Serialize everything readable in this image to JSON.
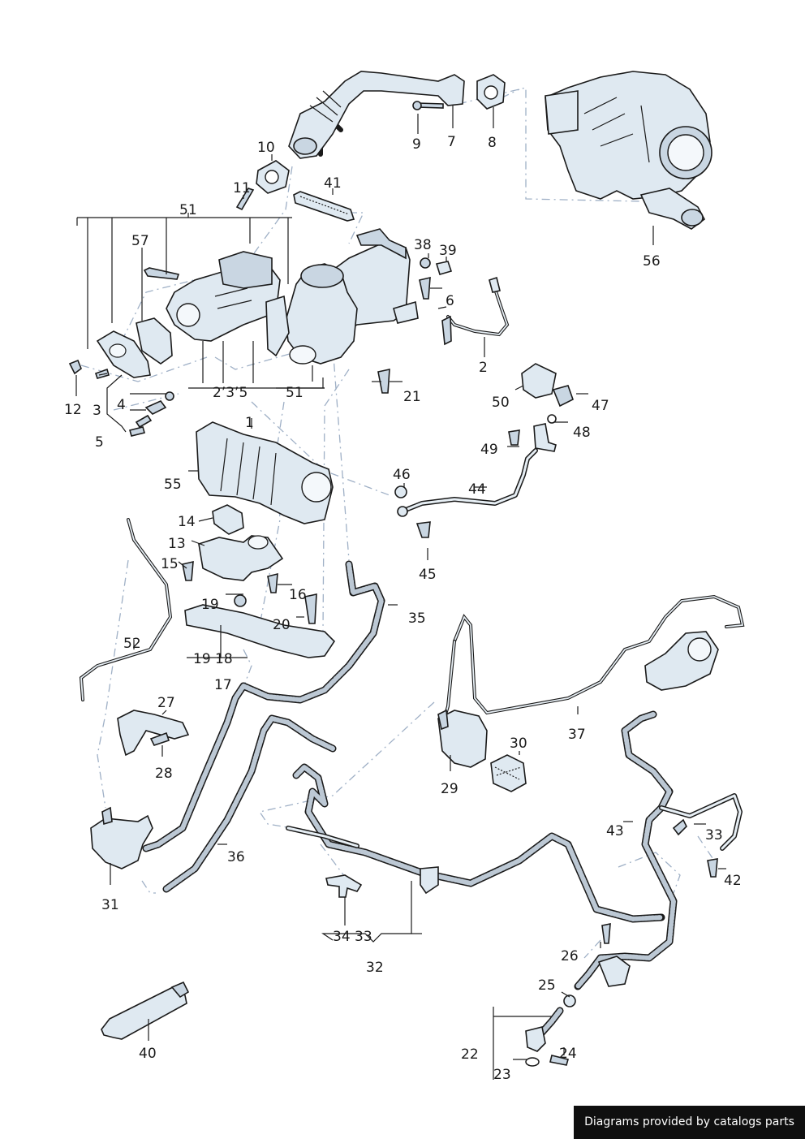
{
  "labels": {
    "p1": "1",
    "p2": "2",
    "p3": "3",
    "p4": "4",
    "p5": "5",
    "p6": "6",
    "p7": "7",
    "p8": "8",
    "p9": "9",
    "p10": "10",
    "p11": "11",
    "p12": "12",
    "p13": "13",
    "p14": "14",
    "p15": "15",
    "p16": "16",
    "p17": "17",
    "p18": "18",
    "p19": "19",
    "p20": "20",
    "p21": "21",
    "p22": "22",
    "p23": "23",
    "p24": "24",
    "p25": "25",
    "p26": "26",
    "p27": "27",
    "p28": "28",
    "p29": "29",
    "p30": "30",
    "p31": "31",
    "p32": "32",
    "p33": "33",
    "p34": "34",
    "p35": "35",
    "p36": "36",
    "p37": "37",
    "p38": "38",
    "p39": "39",
    "p40": "40",
    "p41": "41",
    "p42": "42",
    "p43": "43",
    "p44": "44",
    "p45": "45",
    "p46": "46",
    "p47": "47",
    "p48": "48",
    "p49": "49",
    "p50": "50",
    "p51": "51",
    "p52": "52",
    "p55": "55",
    "p56": "56",
    "p57": "57",
    "group_2_3_5": "2’3’5",
    "group_19_18": "19 18",
    "group_34_33": "34 33"
  },
  "footer": {
    "text": "Diagrams provided by catalogs parts"
  }
}
